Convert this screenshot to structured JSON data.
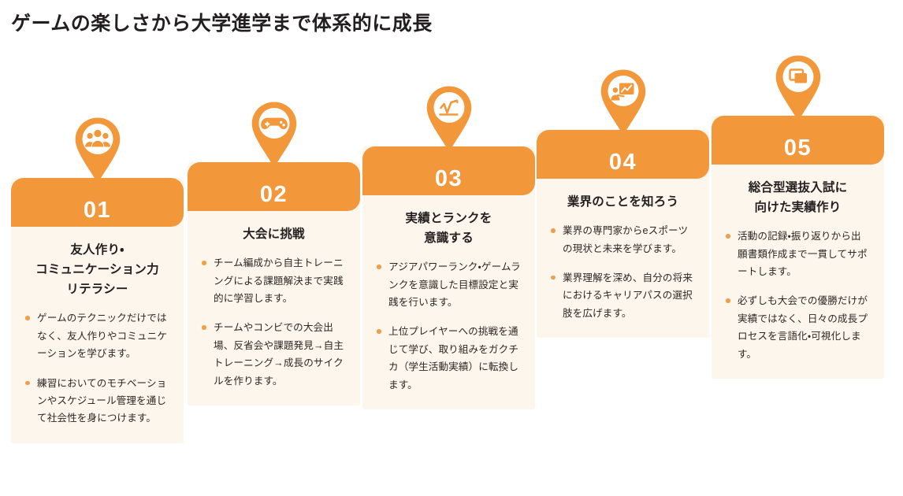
{
  "header": {
    "title": "ゲームの楽しさから大学進学まで体系的に成長"
  },
  "colors": {
    "accent_orange": "#F2983A",
    "bullet_orange": "#F0A04B",
    "card_background": "#FDF6ED",
    "page_background": "#FFFFFF",
    "text_dark": "#231F20",
    "number_text": "#FFFFFF"
  },
  "cards": [
    {
      "number": "01",
      "icon": "people-group-icon",
      "title": "友人作り・\nコミュニケーション力\nリテラシー",
      "title_lines": [
        "友人作り・",
        "コミュニケーション力",
        "リテラシー"
      ],
      "bullets": [
        "ゲームのテクニックだけではなく、友人作りやコミュニケーションを学びます。",
        "練習においてのモチベーションやスケジュール管理を通じて社会性を身につけます。"
      ]
    },
    {
      "number": "02",
      "icon": "gamepad-icon",
      "title": "大会に挑戦",
      "title_lines": [
        "大会に挑戦"
      ],
      "bullets": [
        "チーム編成から自主トレーニングによる課題解決まで実践的に学習します。",
        "チームやコンビでの大会出場、反省会や課題発見→自主トレーニング→成長のサイクルを作ります。"
      ]
    },
    {
      "number": "03",
      "icon": "line-chart-icon",
      "title": "実績とランクを\n意識する",
      "title_lines": [
        "実績とランクを",
        "意識する"
      ],
      "bullets": [
        "アジアパワーランク・ゲームランクを意識した目標設定と実践を行います。",
        "上位プレイヤーへの挑戦を通じて学び、取り組みをガクチカ（学生活動実績）に転換します。"
      ]
    },
    {
      "number": "04",
      "icon": "presentation-board-icon",
      "title": "業界のことを知ろう",
      "title_lines": [
        "業界のことを知ろう"
      ],
      "bullets": [
        "業界の専門家からeスポーツの現状と未来を学びます。",
        "業界理解を深め、自分の将来におけるキャリアパスの選択肢を広げます。"
      ]
    },
    {
      "number": "05",
      "icon": "stacked-windows-icon",
      "title": "総合型選抜入試に\n向けた実績作り",
      "title_lines": [
        "総合型選抜入試に",
        "向けた実績作り"
      ],
      "bullets": [
        "活動の記録・振り返りから出願書類作成まで一貫してサポートします。",
        "必ずしも大会での優勝だけが実績ではなく、日々の成長プロセスを言語化・可視化します。"
      ]
    }
  ]
}
